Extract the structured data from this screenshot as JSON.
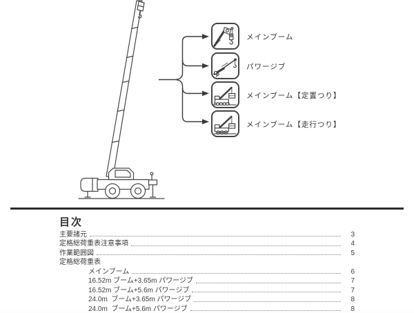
{
  "page": {
    "ink_color": "#3a3a3a",
    "icon_border_color": "#454545",
    "divider_color": "#2b2b2b"
  },
  "diagram": {
    "configurations": [
      {
        "icon": "boom-head-icon",
        "label": "メインブーム"
      },
      {
        "icon": "power-jib-icon",
        "label": "パワージブ"
      },
      {
        "icon": "stationary-crane-icon",
        "label": "メインブーム【定置つり】"
      },
      {
        "icon": "traveling-crane-icon",
        "label": "メインブーム【走行つり】"
      }
    ]
  },
  "toc": {
    "heading": "目次",
    "items": [
      {
        "label": "主要諸元",
        "page": "3"
      },
      {
        "label": "定格総荷重表注意事項",
        "page": "4"
      },
      {
        "label": "作業範囲図",
        "page": "5"
      },
      {
        "label": "定格総荷重表",
        "page": ""
      },
      {
        "label": "メインブーム",
        "page": "6"
      },
      {
        "label": "16.52m ブーム+3.65m パワージブ",
        "page": "7"
      },
      {
        "label": "16.52m ブーム+5.6m パワージブ",
        "page": "7"
      },
      {
        "label": "24.0m  ブーム+3.65m パワージブ",
        "page": "8"
      },
      {
        "label": "24.0m  ブーム+5.6m パワージブ",
        "page": "8"
      }
    ]
  }
}
